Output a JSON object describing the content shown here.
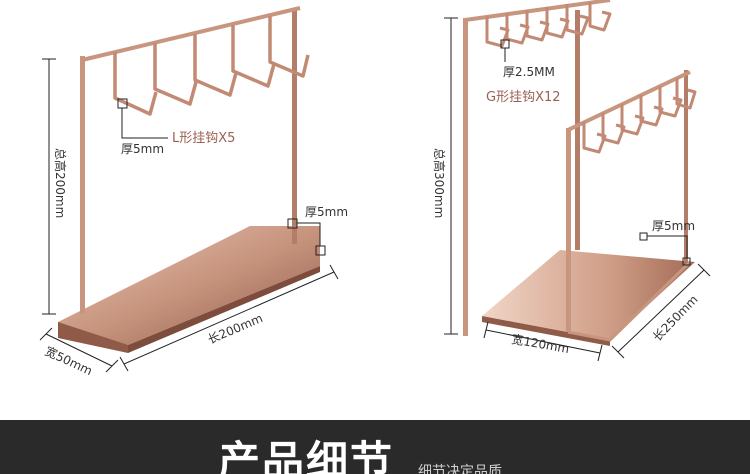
{
  "left_stand": {
    "height_label": "总高200mm",
    "width_label": "宽50mm",
    "length_label": "长200mm",
    "hook_label": "L形挂钩X5",
    "thickness_hook": "厚5mm",
    "thickness_base": "厚5mm"
  },
  "right_stand": {
    "height_label": "总高300mm",
    "width_label": "宽120mm",
    "length_label": "长250mm",
    "hook_label": "G形挂钩X12",
    "thickness_top": "厚2.5MM",
    "thickness_side": "厚5mm"
  },
  "footer": {
    "title": "产品细节",
    "subtitle": "细节决定品质"
  },
  "colors": {
    "metal": "#c8957f",
    "metal_dark": "#9a6250",
    "band": "#2a2a2a"
  }
}
